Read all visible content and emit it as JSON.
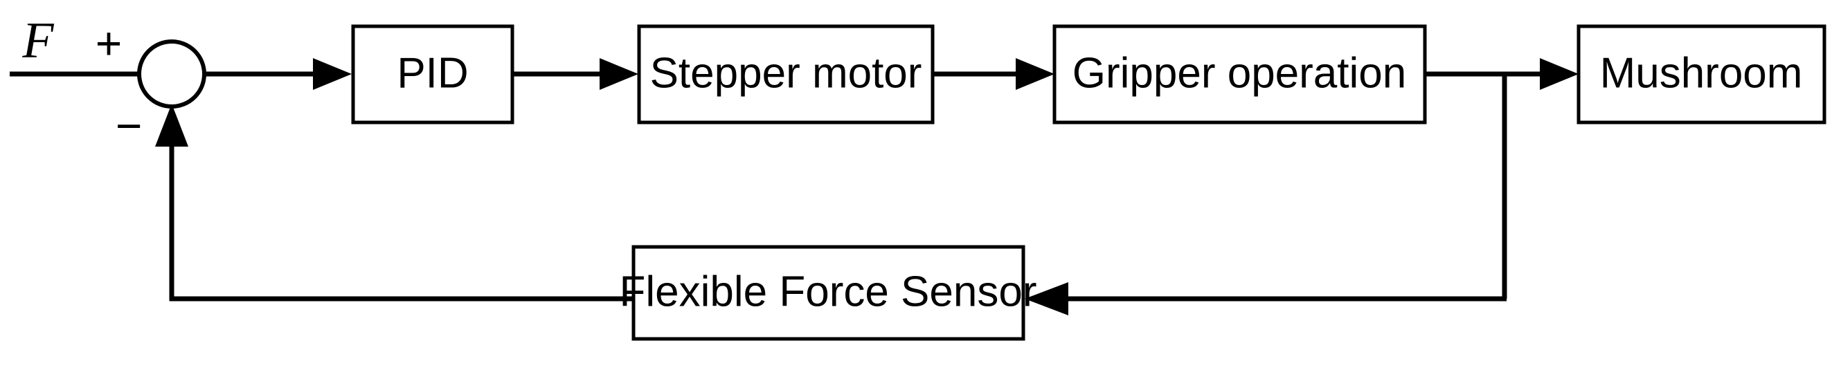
{
  "diagram": {
    "type": "control-system-block-diagram",
    "title": "Closed-loop force control block diagram",
    "background_color": "#ffffff",
    "line_color": "#000000",
    "blocks": [
      {
        "id": "pid",
        "label": "PID"
      },
      {
        "id": "stepper-motor",
        "label": "Stepper motor"
      },
      {
        "id": "gripper-operation",
        "label": "Gripper operation"
      },
      {
        "id": "mushroom",
        "label": "Mushroom"
      },
      {
        "id": "flexible-force-sensor",
        "label": "Flexible Force Sensor"
      }
    ],
    "summing_junction": {
      "input_signal_label": "F",
      "positive_sign": "+",
      "negative_sign": "−"
    },
    "connections": [
      {
        "from": "input",
        "to": "summing-junction"
      },
      {
        "from": "summing-junction",
        "to": "pid"
      },
      {
        "from": "pid",
        "to": "stepper-motor"
      },
      {
        "from": "stepper-motor",
        "to": "gripper-operation"
      },
      {
        "from": "gripper-operation",
        "to": "mushroom"
      },
      {
        "from": "gripper-operation-branch",
        "to": "flexible-force-sensor"
      },
      {
        "from": "flexible-force-sensor",
        "to": "summing-junction"
      }
    ]
  }
}
